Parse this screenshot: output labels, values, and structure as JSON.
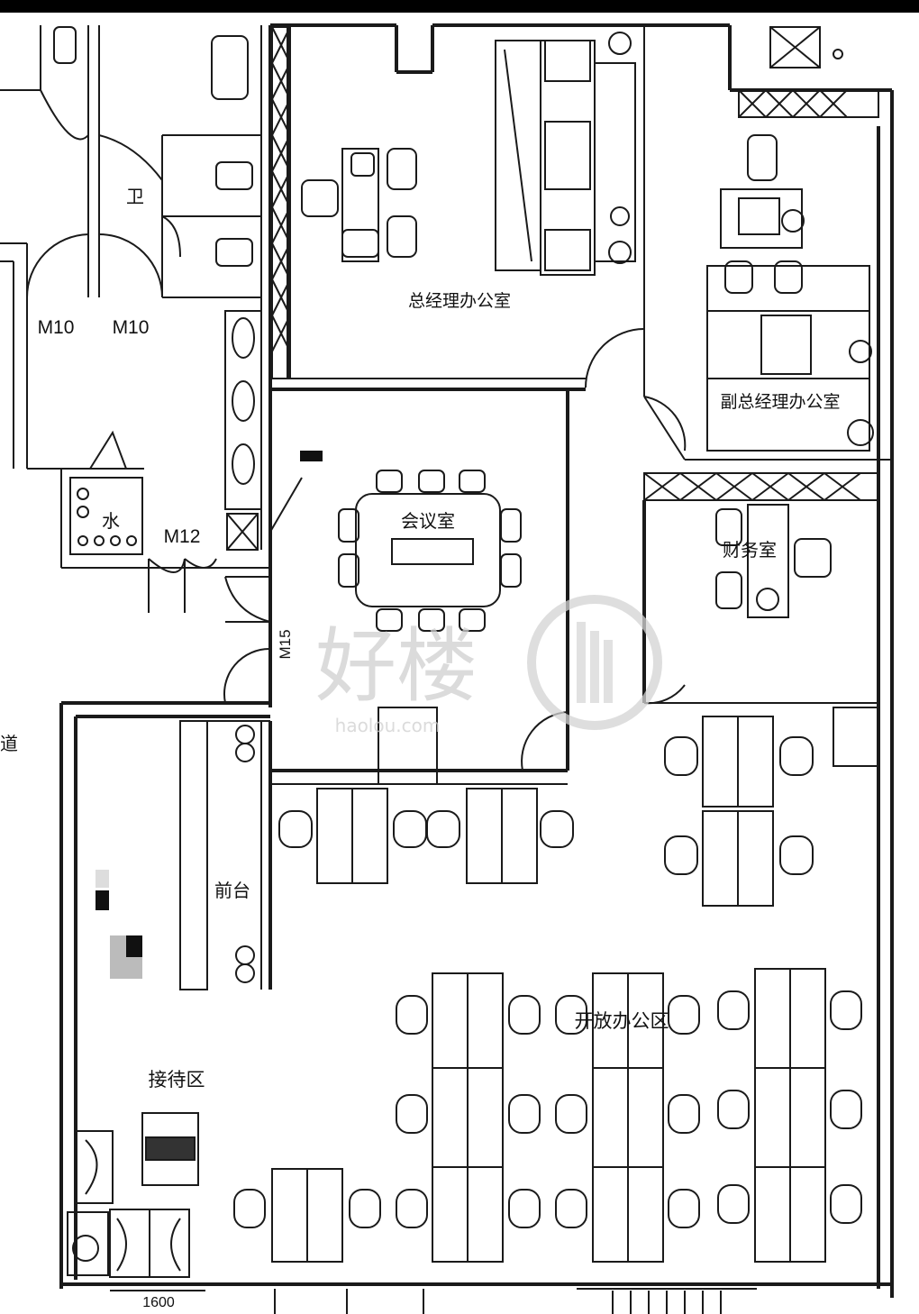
{
  "room_labels": {
    "restroom": "卫",
    "gm_office": "总经理办公室",
    "deputy_office": "副总经理办公室",
    "meeting_room": "会议室",
    "finance": "财务室",
    "reception": "前台",
    "waiting": "接待区",
    "open_office": "开放办公区",
    "tea": "水",
    "corridor": "道"
  },
  "door_tags": {
    "m10_left": "M10",
    "m10_right": "M10",
    "m12": "M12",
    "m15": "M15"
  },
  "dimension": "1600",
  "watermark": {
    "main": "好楼",
    "sub": "haolou.com"
  },
  "colors": {
    "line": "#1a1a1a",
    "background": "#ffffff",
    "topbar": "#000000"
  }
}
